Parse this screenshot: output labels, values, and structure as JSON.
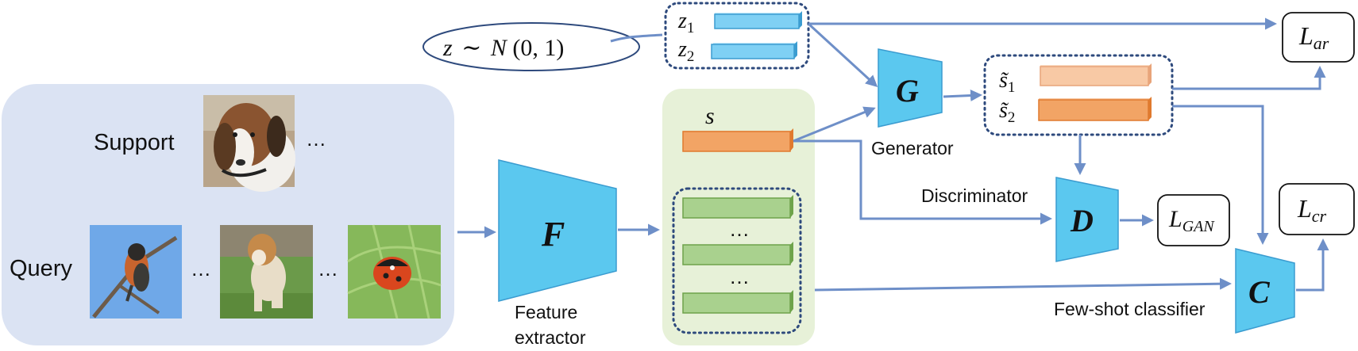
{
  "inputs": {
    "support_label": "Support",
    "query_label": "Query",
    "ellipsis": "…",
    "images": {
      "support_dog": "beagle-like dog photo",
      "query_bird": "robin bird photo",
      "query_dog": "dog on grass photo",
      "query_ladybug": "ladybug on leaf photo"
    }
  },
  "noise": {
    "label_z": "z",
    "label_tilde": "∼",
    "label_dist": "N",
    "label_args": "(0, 1)",
    "z1_main": "z",
    "z1_sub": "1",
    "z2_main": "z",
    "z2_sub": "2"
  },
  "modules": {
    "F": "F",
    "F_caption_line1": "Feature",
    "F_caption_line2": "extractor",
    "G": "G",
    "G_caption": "Generator",
    "D": "D",
    "D_caption": "Discriminator",
    "C": "C",
    "C_caption": "Few-shot classifier"
  },
  "features": {
    "s_label": "s",
    "s1_main": "s̃",
    "s1_sub": "1",
    "s2_main": "s̃",
    "s2_sub": "2",
    "dots": "…"
  },
  "losses": {
    "ar_main": "L",
    "ar_sub": "ar",
    "gan_main": "L",
    "gan_sub": "GAN",
    "cr_main": "L",
    "cr_sub": "cr"
  },
  "colors": {
    "panel_blue": "#dbe3f3",
    "panel_green": "#e7f1d8",
    "module_cyan": "#5bc8ef",
    "bar_blue": "#7fd0f4",
    "bar_orange": "#f2a465",
    "bar_orange_light": "#f8c9a5",
    "bar_green": "#a9d18e",
    "arrow": "#6e8fc8",
    "dotted_border": "#2e4a7d"
  }
}
